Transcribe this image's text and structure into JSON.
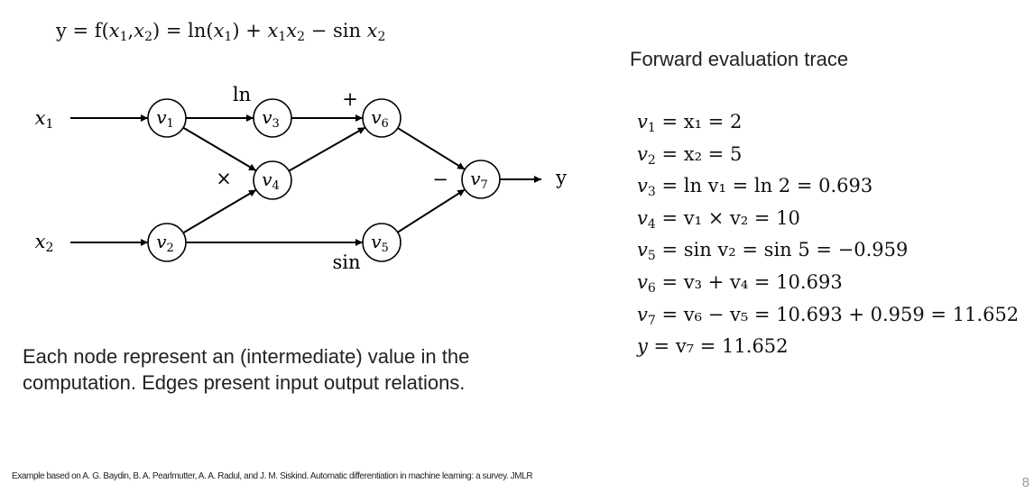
{
  "formula": {
    "lhs": "y = f(",
    "x1_var": "x",
    "x1_sub": "1",
    "comma": ",",
    "x2_var": "x",
    "x2_sub": "2",
    "mid": ") = ln(",
    "x1b_var": "x",
    "x1b_sub": "1",
    "plus": ") + ",
    "x1c_var": "x",
    "x1c_sub": "1",
    "x2c_var": "x",
    "x2c_sub": "2",
    "minus_sin": " − sin ",
    "x2d_var": "x",
    "x2d_sub": "2"
  },
  "graph": {
    "inputs": [
      {
        "id": "x1",
        "var": "x",
        "sub": "1"
      },
      {
        "id": "x2",
        "var": "x",
        "sub": "2"
      }
    ],
    "nodes": [
      {
        "id": "v1",
        "var": "v",
        "sub": "1"
      },
      {
        "id": "v2",
        "var": "v",
        "sub": "2"
      },
      {
        "id": "v3",
        "var": "v",
        "sub": "3"
      },
      {
        "id": "v4",
        "var": "v",
        "sub": "4"
      },
      {
        "id": "v5",
        "var": "v",
        "sub": "5"
      },
      {
        "id": "v6",
        "var": "v",
        "sub": "6"
      },
      {
        "id": "v7",
        "var": "v",
        "sub": "7"
      }
    ],
    "edges": [
      {
        "from": "x1",
        "to": "v1"
      },
      {
        "from": "x2",
        "to": "v2"
      },
      {
        "from": "v1",
        "to": "v3"
      },
      {
        "from": "v1",
        "to": "v4"
      },
      {
        "from": "v2",
        "to": "v4"
      },
      {
        "from": "v2",
        "to": "v5"
      },
      {
        "from": "v3",
        "to": "v6"
      },
      {
        "from": "v4",
        "to": "v6"
      },
      {
        "from": "v6",
        "to": "v7"
      },
      {
        "from": "v5",
        "to": "v7"
      },
      {
        "from": "v7",
        "to": "y"
      }
    ],
    "op_labels": [
      {
        "id": "ln",
        "text": "ln"
      },
      {
        "id": "plus",
        "text": "+"
      },
      {
        "id": "times",
        "text": "×"
      },
      {
        "id": "minus",
        "text": "−"
      },
      {
        "id": "sin",
        "text": "sin"
      }
    ],
    "output": {
      "text": "y"
    },
    "stroke_color": "#000000"
  },
  "trace": {
    "title": "Forward evaluation trace",
    "lines": [
      {
        "lhs_var": "v",
        "lhs_sub": "1",
        "rest": " = x₁ = 2"
      },
      {
        "lhs_var": "v",
        "lhs_sub": "2",
        "rest": " = x₂ = 5"
      },
      {
        "lhs_var": "v",
        "lhs_sub": "3",
        "rest": " = ln v₁ = ln 2 = 0.693"
      },
      {
        "lhs_var": "v",
        "lhs_sub": "4",
        "rest": " = v₁ ×  v₂ = 10"
      },
      {
        "lhs_var": "v",
        "lhs_sub": "5",
        "rest": " = sin v₂ = sin 5 = −0.959"
      },
      {
        "lhs_var": "v",
        "lhs_sub": "6",
        "rest": " = v₃ + v₄ = 10.693"
      },
      {
        "lhs_var": "v",
        "lhs_sub": "7",
        "rest": " = v₆ − v₅ = 10.693 + 0.959 = 11.652"
      },
      {
        "lhs_var": "y",
        "lhs_sub": "",
        "rest": " = v₇ = 11.652"
      }
    ]
  },
  "description": [
    "Each node represent an (intermediate) value in the",
    "computation. Edges present input output relations."
  ],
  "footnote": "Example based on A. G. Baydin, B. A. Pearlmutter, A. A. Radul, and J. M. Siskind. Automatic differentiation in machine learning: a survey. JMLR",
  "page_number": "8"
}
